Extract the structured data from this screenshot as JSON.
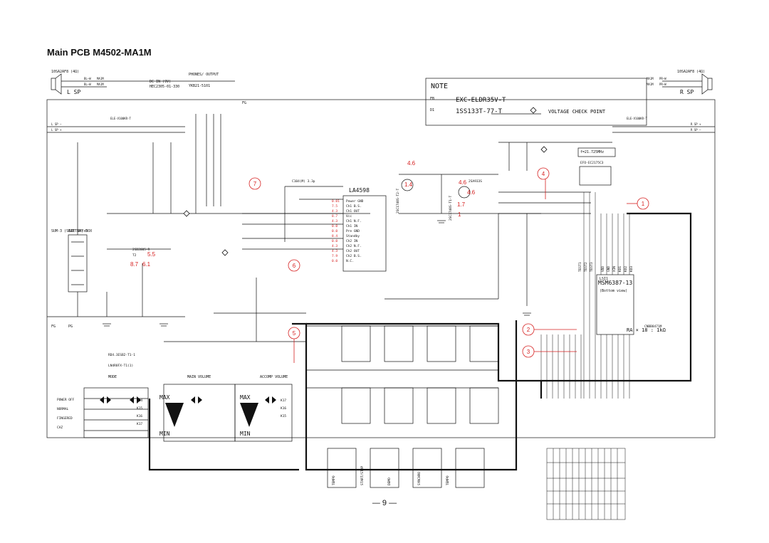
{
  "title": "Main PCB M4502-MA1M",
  "page_number": "— 9 —",
  "note": {
    "heading": "NOTE",
    "rows": [
      {
        "symbol": "FB",
        "part": "EXC-ELDR35V-T"
      },
      {
        "symbol": "D1",
        "part": "1SS133T-77-T"
      }
    ],
    "voltage_check": "VOLTAGE CHECK POINT"
  },
  "speakers": {
    "left": {
      "part": "10SA2AF8 (4Ω)",
      "label": "L SP",
      "wires": [
        "BL–W",
        "BL–W",
        "MA1M",
        "MA1M"
      ]
    },
    "right": {
      "part": "10SA2AF8 (4Ω)",
      "label": "R SP",
      "wires": [
        "MA1M",
        "MA1M",
        "PR–W",
        "PR–W"
      ]
    }
  },
  "power": {
    "dc_in": "DC IN (9V)",
    "dc_part": "HEC2305-01-330",
    "phones": "PHONES/ OUTPUT",
    "phones_part": "YKB21-5101",
    "battery": "BATTERY BOX",
    "battery_type": "SUM-3 (SIZE AA)x6",
    "fg": "FG",
    "pg": "PG"
  },
  "connectors": {
    "left_rows": [
      "L SP –",
      "L SP +"
    ],
    "right_rows": [
      "R SP +",
      "R SP –"
    ],
    "ele_part": "ELE-V100KR-T"
  },
  "ic1": {
    "name": "LA4598",
    "pins": [
      "Power GND",
      "Ch1 B.S.",
      "Ch1 OUT",
      "Vcc",
      "Ch1 N.F.",
      "Ch1 IN",
      "Pre GND",
      "Standby",
      "Ch2 IN",
      "Ch2 N.F.",
      "Ch2 OUT",
      "Ch2 B.S.",
      "N.C."
    ],
    "voltages": [
      "0.01",
      "7.5",
      "4.3",
      "8.7",
      "4.3",
      "0.0",
      "0.0",
      "8.4",
      "0.0",
      "4.3",
      "4.3",
      "7.9",
      "0.0"
    ],
    "cap_top": "C104(M) 3.3p"
  },
  "ic2": {
    "name": "MSM6387-13",
    "sub": "(Bottom view)",
    "ref": "LSI1",
    "pins": [
      "TEST1",
      "TEST2",
      "TEST3",
      "VDD",
      "GND",
      "XIN",
      "KO1",
      "KO2",
      "KO3"
    ],
    "xtal": "f=21.725MHz",
    "xtal_part": "EFO-EC2175C3",
    "cn": "CNBB8471M"
  },
  "resistor_array": "RA × 18 : 1kΩ",
  "regulator": {
    "part": "2SD2005-R",
    "ref": "T2",
    "diode": "RD4.3ESB2-T1-1",
    "zener": "LN4R8FX-T1(1)"
  },
  "transistors": [
    "2SC1740S-T2-T",
    "2SC1740S-T1-T",
    "2SA933S"
  ],
  "volumes": {
    "main": "MAIN VOLUME",
    "accomp": "ACCOMP VOLUME",
    "max": "MAX",
    "min": "MIN"
  },
  "switches": {
    "mode": "MODE",
    "options": [
      "POWER OFF",
      "NORMAL",
      "FINGERED",
      "CAZ"
    ],
    "keys": [
      "K14",
      "K15",
      "K16",
      "K17"
    ],
    "tempo": [
      "TEMPO",
      "START/STOP",
      "DEMO",
      "SYNCHRO",
      "TEMPO"
    ],
    "right_keys": [
      "K17",
      "K16",
      "K15"
    ]
  },
  "checkpoints": {
    "circled": [
      "1",
      "2",
      "3",
      "4",
      "5",
      "6",
      "7"
    ],
    "values": [
      "4.6",
      "1.4",
      "4.6",
      "4.6",
      "1.7",
      "8.7",
      "6.1",
      "5.5",
      "1"
    ]
  },
  "colors": {
    "ink": "#111111",
    "check": "#d62020"
  }
}
